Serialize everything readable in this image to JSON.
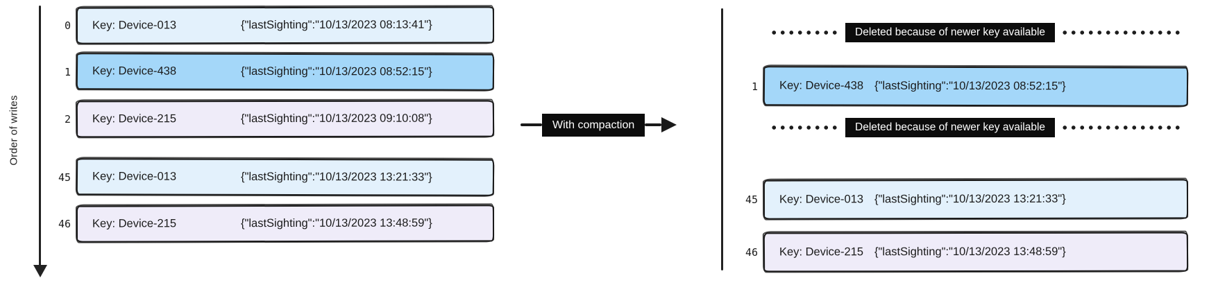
{
  "left_panel": {
    "axis_label": "Order of writes",
    "rows": [
      {
        "index": "0",
        "key": "Key: Device-013",
        "value": "{\"lastSighting\":\"10/13/2023 08:13:41\"}",
        "fill": "#e3f1fc"
      },
      {
        "index": "1",
        "key": "Key: Device-438",
        "value": "{\"lastSighting\":\"10/13/2023 08:52:15\"}",
        "fill": "#a4d7f9"
      },
      {
        "index": "2",
        "key": "Key: Device-215",
        "value": "{\"lastSighting\":\"10/13/2023 09:10:08\"}",
        "fill": "#efecf9"
      },
      {
        "index": "45",
        "key": "Key: Device-013",
        "value": "{\"lastSighting\":\"10/13/2023 13:21:33\"}",
        "fill": "#e3f1fc"
      },
      {
        "index": "46",
        "key": "Key: Device-215",
        "value": "{\"lastSighting\":\"10/13/2023 13:48:59\"}",
        "fill": "#efecf9"
      }
    ]
  },
  "connector": {
    "label": "With compaction"
  },
  "right_panel": {
    "deleted_1": {
      "label": "Deleted because of newer key available"
    },
    "deleted_2": {
      "label": "Deleted because of newer key available"
    },
    "rows": [
      {
        "index": "1",
        "key": "Key: Device-438",
        "value": "{\"lastSighting\":\"10/13/2023 08:52:15\"}",
        "fill": "#a4d7f9"
      },
      {
        "index": "45",
        "key": "Key: Device-013",
        "value": "{\"lastSighting\":\"10/13/2023 13:21:33\"}",
        "fill": "#e3f1fc"
      },
      {
        "index": "46",
        "key": "Key: Device-215",
        "value": "{\"lastSighting\":\"10/13/2023 13:48:59\"}",
        "fill": "#efecf9"
      }
    ]
  },
  "colors": {
    "record_lightblue": "#e3f1fc",
    "record_blue": "#a4d7f9",
    "record_lavender": "#efecf9",
    "label_bg": "#0c0c0c",
    "label_text": "#ffffff",
    "stroke": "#1a1a1a"
  }
}
